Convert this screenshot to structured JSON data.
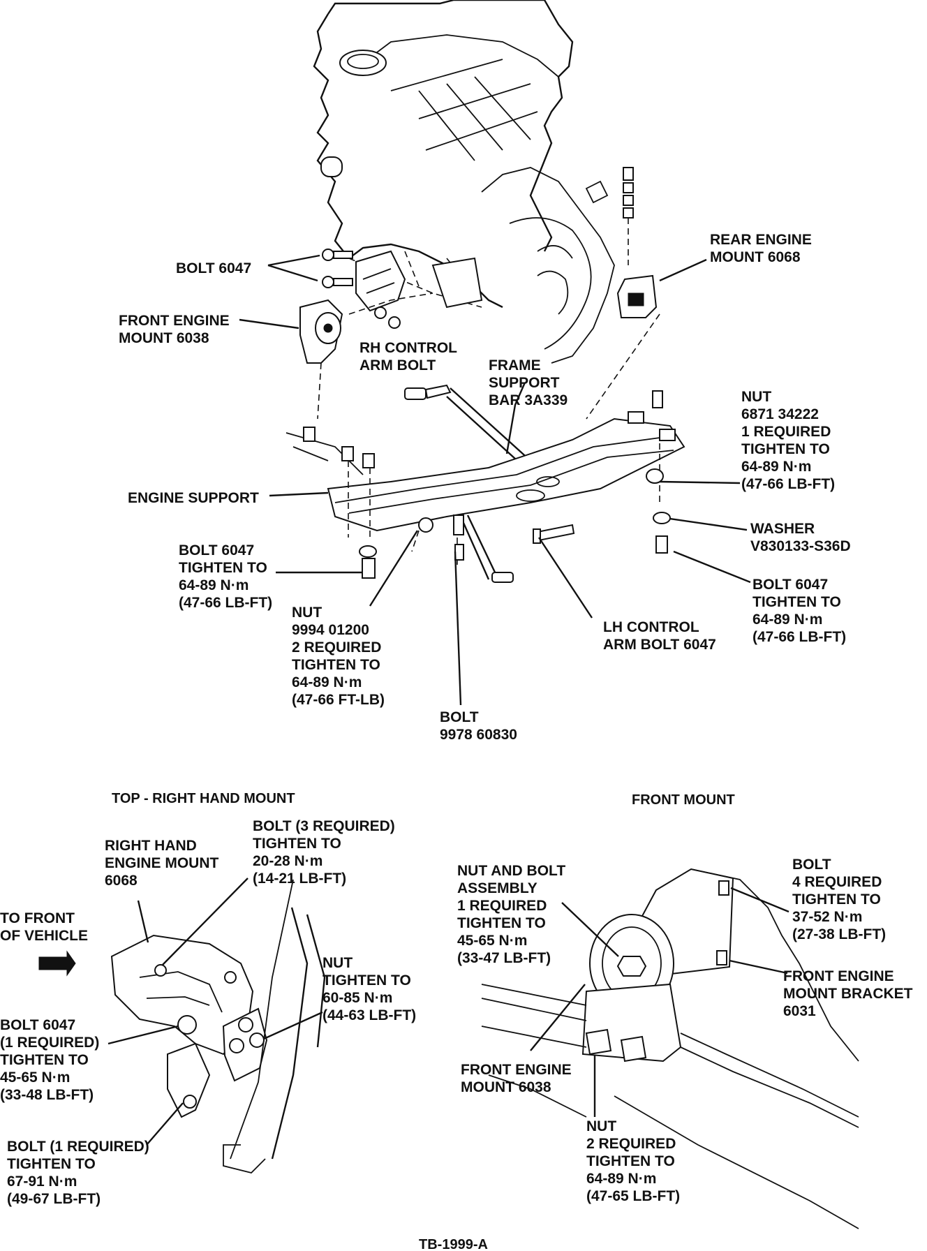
{
  "main_labels": {
    "bolt_6047_top": [
      "BOLT 6047"
    ],
    "front_engine_mount": [
      "FRONT ENGINE",
      "MOUNT 6038"
    ],
    "rh_control_arm_bolt": [
      "RH CONTROL",
      "ARM BOLT"
    ],
    "frame_support_bar": [
      "FRAME",
      "SUPPORT",
      "BAR 3A339"
    ],
    "rear_engine_mount": [
      "REAR ENGINE",
      "MOUNT 6068"
    ],
    "nut_top_right": [
      "NUT",
      "6871 34222",
      "1 REQUIRED",
      "TIGHTEN TO",
      "64-89 N·m",
      "(47-66 LB-FT)"
    ],
    "engine_support": [
      "ENGINE SUPPORT"
    ],
    "washer": [
      "WASHER",
      "V830133-S36D"
    ],
    "bolt_6047_left": [
      "BOLT 6047",
      "TIGHTEN TO",
      "64-89 N·m",
      "(47-66 LB-FT)"
    ],
    "bolt_6047_right": [
      "BOLT 6047",
      "TIGHTEN TO",
      "64-89 N·m",
      "(47-66 LB-FT)"
    ],
    "nut_center": [
      "NUT",
      "9994 01200",
      "2 REQUIRED",
      "TIGHTEN TO",
      "64-89 N·m",
      "(47-66 FT-LB)"
    ],
    "lh_control_arm_bolt": [
      "LH CONTROL",
      "ARM BOLT 6047"
    ],
    "bolt_bottom": [
      "BOLT",
      "9978 60830"
    ]
  },
  "top_right_hand_mount": {
    "heading": "TOP - RIGHT HAND MOUNT",
    "right_hand_engine_mount": [
      "RIGHT HAND",
      "ENGINE MOUNT",
      "6068"
    ],
    "bolt_3_required": [
      "BOLT (3 REQUIRED)",
      "TIGHTEN TO",
      "20-28 N·m",
      "(14-21 LB-FT)"
    ],
    "to_front_of_vehicle": [
      "TO FRONT",
      "OF VEHICLE"
    ],
    "nut": [
      "NUT",
      "TIGHTEN TO",
      "60-85 N·m",
      "(44-63 LB-FT)"
    ],
    "bolt_6047": [
      "BOLT 6047",
      "(1 REQUIRED)",
      "TIGHTEN TO",
      "45-65 N·m",
      "(33-48 LB-FT)"
    ],
    "bolt_1_required": [
      "BOLT (1 REQUIRED)",
      "TIGHTEN TO",
      "67-91 N·m",
      "(49-67 LB-FT)"
    ]
  },
  "front_mount": {
    "heading": "FRONT MOUNT",
    "nut_and_bolt_assembly": [
      "NUT AND BOLT",
      "ASSEMBLY",
      "1 REQUIRED",
      "TIGHTEN TO",
      "45-65 N·m",
      "(33-47 LB-FT)"
    ],
    "bolt_4_required": [
      "BOLT",
      "4 REQUIRED",
      "TIGHTEN TO",
      "37-52 N·m",
      "(27-38 LB-FT)"
    ],
    "front_engine_mount_bracket": [
      "FRONT ENGINE",
      "MOUNT BRACKET",
      "6031"
    ],
    "front_engine_mount": [
      "FRONT ENGINE",
      "MOUNT 6038"
    ],
    "nut_2_required": [
      "NUT",
      "2 REQUIRED",
      "TIGHTEN TO",
      "64-89 N·m",
      "(47-65 LB-FT)"
    ]
  },
  "figure_id": "TB-1999-A"
}
